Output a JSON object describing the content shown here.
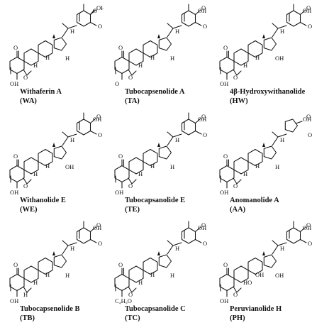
{
  "compounds": [
    {
      "name": "Withaferin A",
      "abbr": "(WA)",
      "variant": "wa",
      "labels": [
        "O",
        "OH",
        "O",
        "O",
        "OH",
        "H",
        "H",
        "H",
        "O",
        "H"
      ]
    },
    {
      "name": "Tubocapsenolide A",
      "abbr": "(TA)",
      "variant": "ta",
      "labels": [
        "O",
        "O",
        "O",
        "OH",
        "O",
        "H",
        "H",
        "H",
        "O",
        "H"
      ]
    },
    {
      "name": "4β-Hydroxywithanolide",
      "abbr": "(HW)",
      "variant": "hw",
      "labels": [
        "O",
        "O",
        "O",
        "OH",
        "OH",
        "OH",
        "H",
        "H",
        "O",
        "H"
      ]
    },
    {
      "name": "Withanolide E",
      "abbr": "(WE)",
      "variant": "we",
      "labels": [
        "O",
        "O",
        "O",
        "OH",
        "OH",
        "OH",
        "H",
        "H",
        "O",
        "H"
      ]
    },
    {
      "name": "Tubocapsanolide E",
      "abbr": "(TE)",
      "variant": "te",
      "labels": [
        "O",
        "O",
        "O",
        "OH",
        "OH",
        "H",
        "H",
        "H",
        "O",
        "H"
      ]
    },
    {
      "name": "Anomanolide A",
      "abbr": "(AA)",
      "variant": "aa",
      "labels": [
        "O",
        "O",
        "O",
        "OH",
        "OH",
        "H",
        "H",
        "H",
        "O",
        "H"
      ]
    },
    {
      "name": "Tubocapsenolide B",
      "abbr": "(TB)",
      "variant": "tb",
      "labels": [
        "O",
        "O",
        "O",
        "OH",
        "OH",
        "H",
        "H",
        "H",
        "H",
        "H"
      ]
    },
    {
      "name": "Tubocapsanolide C",
      "abbr": "(TC)",
      "variant": "tc",
      "labels": [
        "O",
        "O",
        "O",
        "OH",
        "C₄H₉O",
        "H",
        "H",
        "H",
        "O",
        "H"
      ]
    },
    {
      "name": "Peruvianolide H",
      "abbr": "(PH)",
      "variant": "ph",
      "labels": [
        "O",
        "O",
        "O",
        "OH",
        "OH",
        "OH",
        "HO",
        "OH",
        "O",
        "H"
      ]
    }
  ]
}
